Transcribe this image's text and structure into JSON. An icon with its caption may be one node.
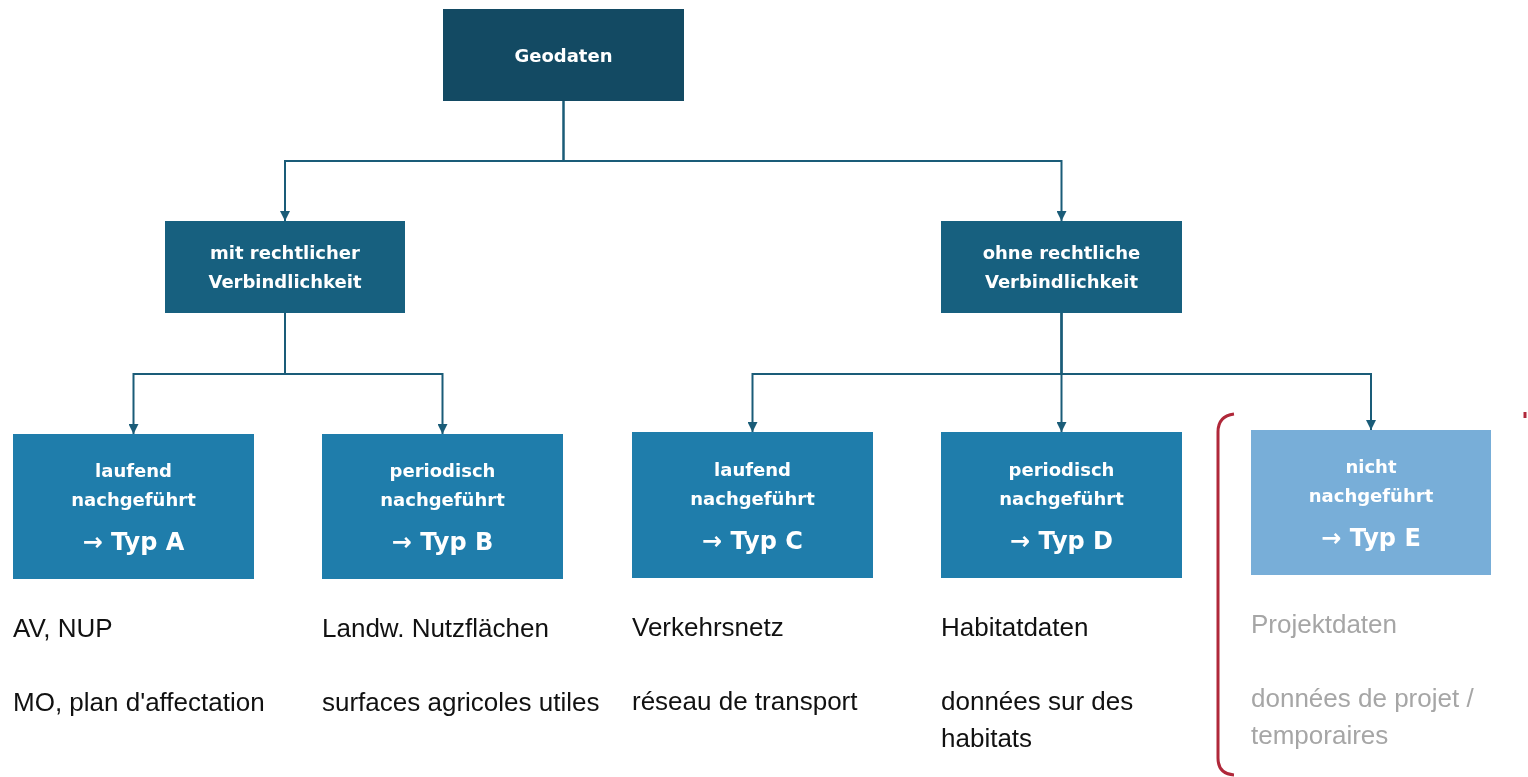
{
  "diagram": {
    "nodes": [
      {
        "text": [
          "Geodaten"
        ]
      },
      {
        "text": [
          "mit rechtlicher Verbindlichkeit"
        ]
      },
      {
        "text": [
          "ohne rechtliche Verbindlichkeit"
        ]
      },
      {
        "text": [
          "laufend nachgeführt",
          "→ Typ A"
        ],
        "beside": [
          "AV, NUP",
          "MO, plan d'affectation"
        ]
      },
      {
        "text": [
          "periodisch nachgeführt",
          "→ Typ B"
        ],
        "beside": [
          "Landw. Nutzflächen",
          "surfaces agricoles utiles"
        ]
      },
      {
        "text": [
          "laufend nachgeführt",
          "→ Typ C"
        ],
        "beside": [
          "Verkehrsnetz",
          "réseau de transport"
        ]
      },
      {
        "text": [
          "periodisch nachgeführt",
          "→ Typ D"
        ],
        "beside": [
          "Habitatdaten",
          "données sur des habitats"
        ]
      },
      {
        "text": [
          "nicht nachgeführt",
          "→ Typ E"
        ],
        "beside": [
          "Projektdaten",
          "données de projet / temporaires"
        ]
      }
    ],
    "edges": [
      {
        "from": 0,
        "to": 1,
        "arrow": "to"
      },
      {
        "from": 0,
        "to": 2,
        "arrow": "to"
      },
      {
        "from": 1,
        "to": 3,
        "arrow": "to"
      },
      {
        "from": 1,
        "to": 4,
        "arrow": "to"
      },
      {
        "from": 2,
        "to": 5,
        "arrow": "to"
      },
      {
        "from": 2,
        "to": 6,
        "arrow": "to"
      },
      {
        "from": 2,
        "to": 7,
        "arrow": "to"
      }
    ]
  }
}
